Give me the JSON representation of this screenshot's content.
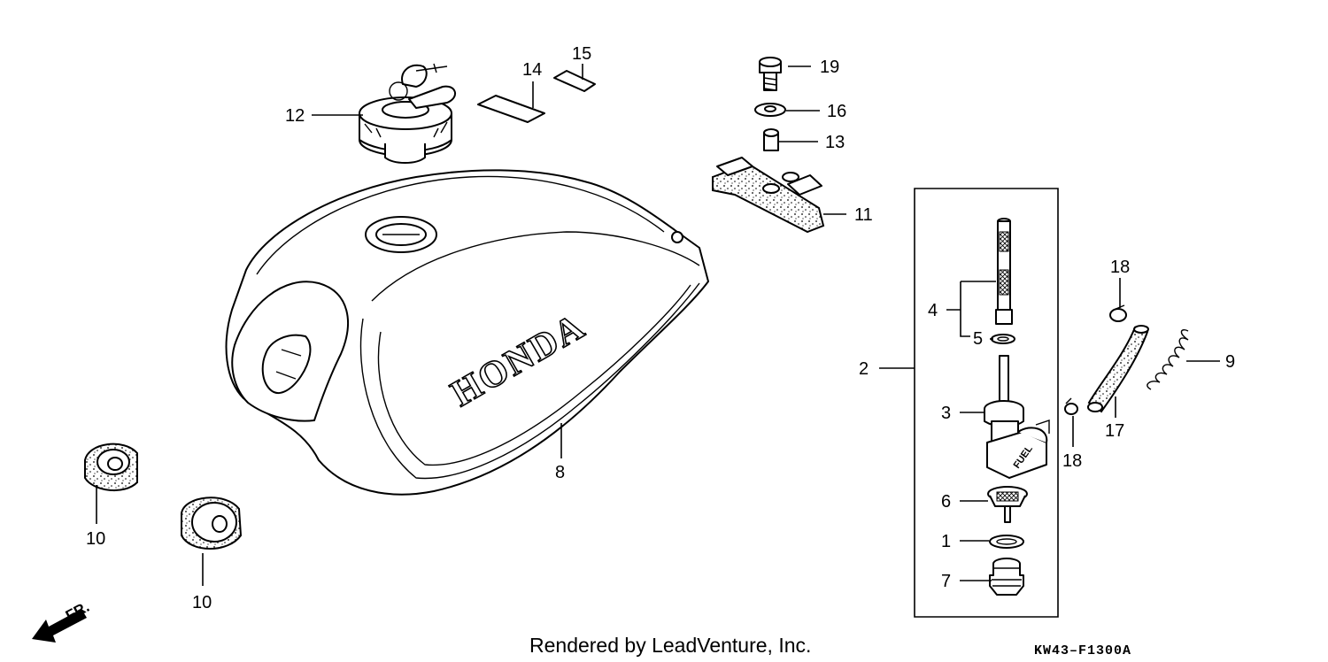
{
  "diagram": {
    "brand_text": "HONDA",
    "valve_label": "FUEL",
    "direction_label": "FR.",
    "credit": "Rendered by LeadVenture, Inc.",
    "diagram_code": "KW43–F1300A",
    "callouts": {
      "c1": "1",
      "c2": "2",
      "c3": "3",
      "c4": "4",
      "c5": "5",
      "c6": "6",
      "c7": "7",
      "c8": "8",
      "c9": "9",
      "c10a": "10",
      "c10b": "10",
      "c11": "11",
      "c12": "12",
      "c13": "13",
      "c14": "14",
      "c15": "15",
      "c16": "16",
      "c17": "17",
      "c18a": "18",
      "c18b": "18",
      "c19": "19"
    }
  }
}
